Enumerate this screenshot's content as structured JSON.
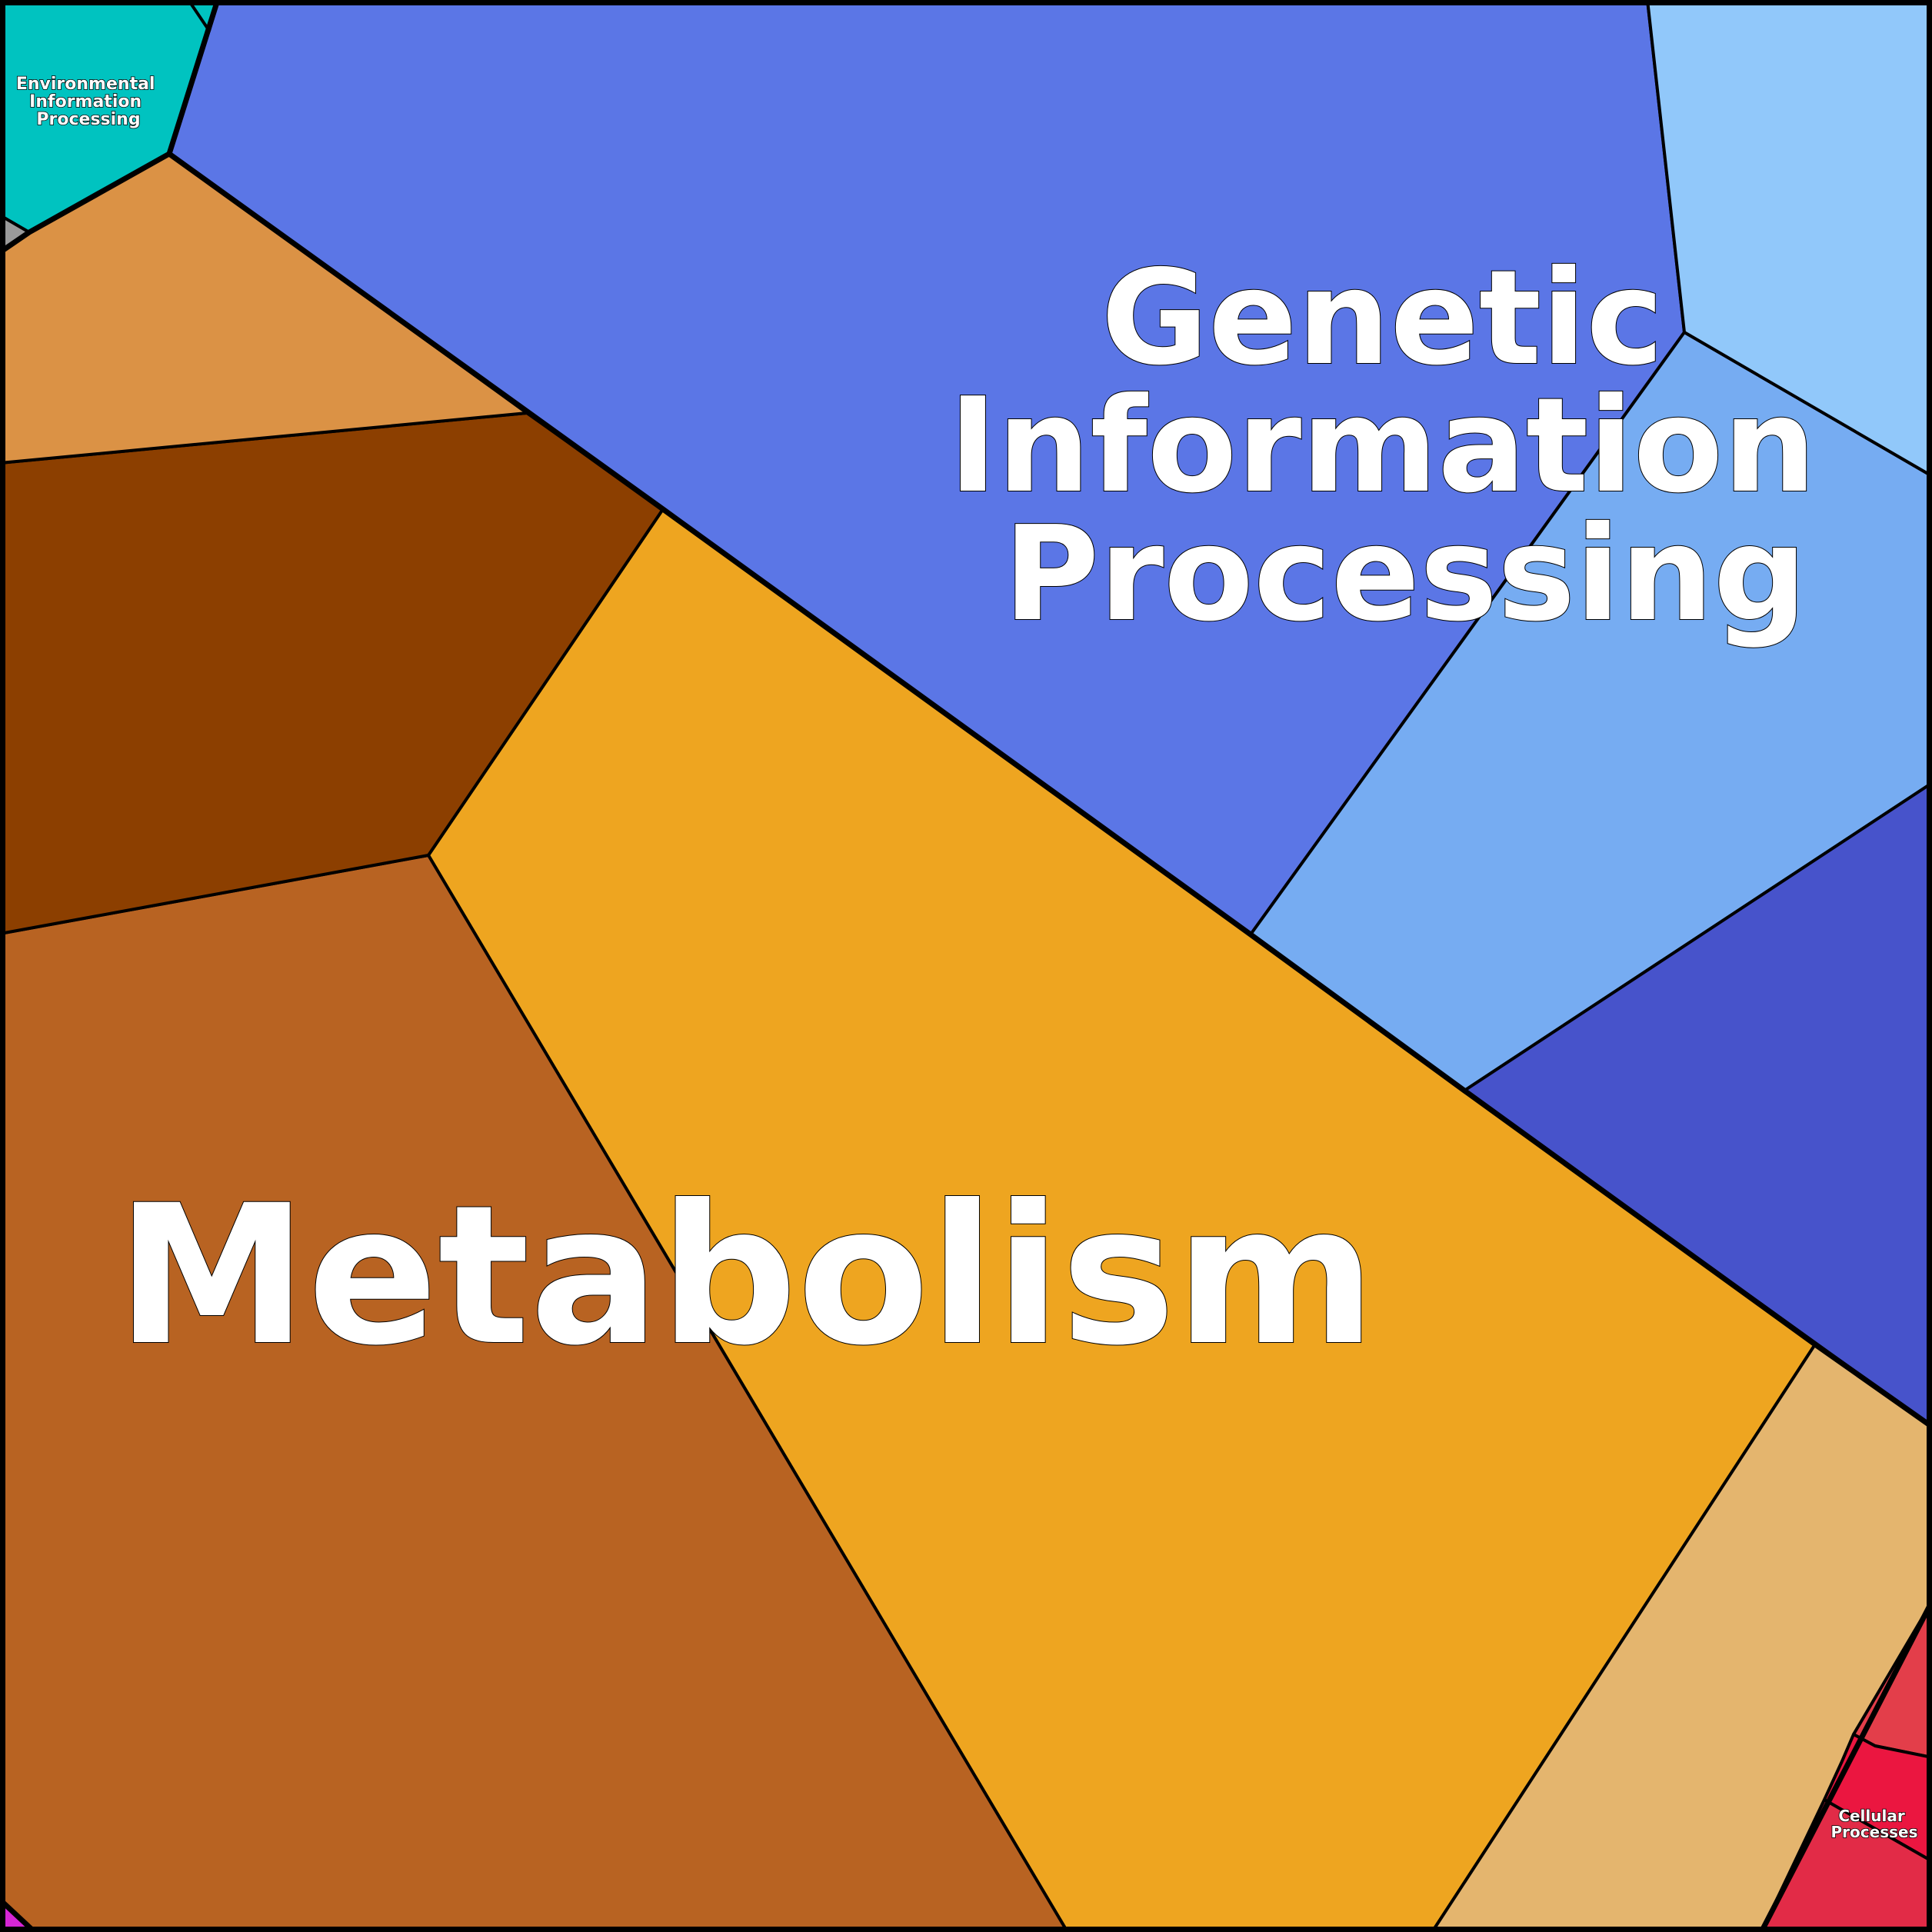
{
  "groups": [
    {
      "name": "Metabolism",
      "color": "#EEA520"
    },
    {
      "name": "Genetic Information Processing",
      "color": "#5B76E6"
    },
    {
      "name": "Environmental Information Processing",
      "color": "#00C3C0"
    },
    {
      "name": "Cellular Processes",
      "color": "#E22B47"
    }
  ],
  "labels": {
    "metabolism": "Metabolism",
    "genetic": [
      "Genetic",
      "Information",
      "Processing"
    ],
    "environmental": [
      "Environmental",
      "Information",
      "Processing"
    ],
    "cellular": [
      "Cellular",
      "Processes"
    ]
  },
  "palette": {
    "metabolism_gold": "#EEA520",
    "metabolism_rust": "#B86322",
    "metabolism_brown": "#8C3F00",
    "metabolism_tan": "#DB9245",
    "metabolism_sand": "#E4B56E",
    "genetic_blue": "#5B76E6",
    "genetic_light_blue": "#76ACF2",
    "genetic_pale_blue": "#91C8FA",
    "genetic_indigo": "#4753CB",
    "environmental_teal": "#00C3C0",
    "cellular_red": "#E22B47",
    "cellular_crimson": "#EB1640",
    "cellular_rose": "#E33E4A",
    "misc_magenta": "#D626D6",
    "misc_grey": "#9A9A9A"
  }
}
